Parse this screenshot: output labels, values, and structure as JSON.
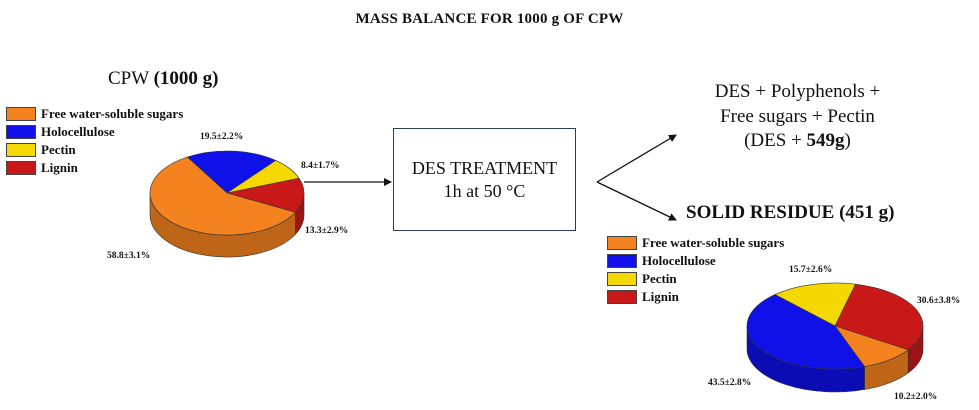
{
  "title": "MASS BALANCE FOR 1000 g OF CPW",
  "cpw": {
    "label": "CPW",
    "mass": "1000 g"
  },
  "treatment": {
    "line1": "DES TREATMENT",
    "line2": "1h at 50 °C"
  },
  "des_output": {
    "line1": "DES + Polyphenols +",
    "line2": "Free sugars + Pectin",
    "line3_prefix": "(DES + ",
    "line3_mass": "549g",
    "line3_suffix": ")"
  },
  "solid_residue": {
    "label": "SOLID RESIDUE",
    "mass": "(451 g)"
  },
  "colors": {
    "sugars": "#F4821F",
    "holocellulose": "#1010E8",
    "pectin": "#F5D800",
    "lignin": "#C81818"
  },
  "chart_data": [
    {
      "type": "pie",
      "name": "CPW (1000 g)",
      "legend": [
        "Free water-soluble sugars",
        "Holocellulose",
        "Pectin",
        "Lignin"
      ],
      "slices": [
        {
          "label": "Free water-soluble sugars",
          "value": 58.8,
          "text": "58.8±3.1%"
        },
        {
          "label": "Holocellulose",
          "value": 19.5,
          "text": "19.5±2.2%"
        },
        {
          "label": "Pectin",
          "value": 8.4,
          "text": "8.4±1.7%"
        },
        {
          "label": "Lignin",
          "value": 13.3,
          "text": "13.3±2.9%"
        }
      ]
    },
    {
      "type": "pie",
      "name": "SOLID RESIDUE (451 g)",
      "legend": [
        "Free water-soluble sugars",
        "Holocellulose",
        "Pectin",
        "Lignin"
      ],
      "slices": [
        {
          "label": "Free water-soluble sugars",
          "value": 10.2,
          "text": "10.2±2.0%"
        },
        {
          "label": "Holocellulose",
          "value": 43.5,
          "text": "43.5±2.8%"
        },
        {
          "label": "Pectin",
          "value": 15.7,
          "text": "15.7±2.6%"
        },
        {
          "label": "Lignin",
          "value": 30.6,
          "text": "30.6±3.8%"
        }
      ]
    }
  ]
}
